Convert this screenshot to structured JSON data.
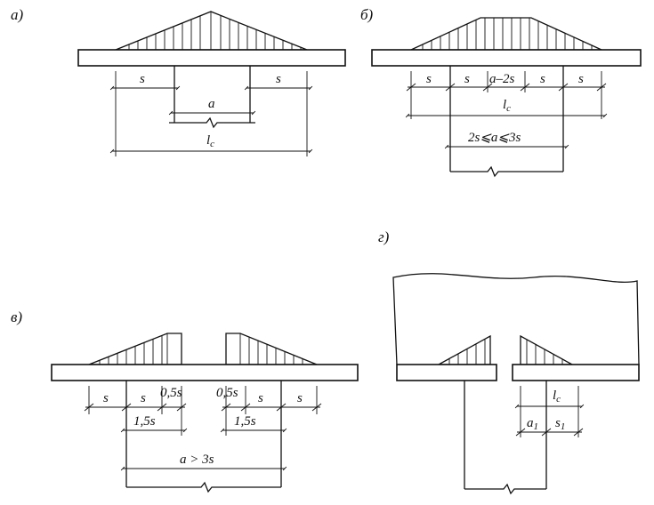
{
  "panels": {
    "a": {
      "tag": "а)",
      "dims": {
        "s_left": "s",
        "s_right": "s",
        "a": "a",
        "lc_main": "l",
        "lc_sub": "c"
      }
    },
    "b": {
      "tag": "б)",
      "dims": {
        "s1": "s",
        "s2": "s",
        "a_minus_2s": "a–2s",
        "s3": "s",
        "s4": "s",
        "lc_main": "l",
        "lc_sub": "c",
        "range": "2s⩽a⩽3s"
      }
    },
    "v": {
      "tag": "в)",
      "dims": {
        "s1": "s",
        "s2": "s",
        "half_s_left": "0,5s",
        "half_s_right": "0,5s",
        "s3": "s",
        "s4": "s",
        "one_half_s_left": "1,5s",
        "one_half_s_right": "1,5s",
        "a_gt_3s": "a > 3s"
      }
    },
    "g": {
      "tag": "г)",
      "dims": {
        "lc_main": "l",
        "lc_sub": "c",
        "a1_main": "a",
        "a1_sub": "1",
        "s1_main": "s",
        "s1_sub": "1"
      }
    }
  }
}
